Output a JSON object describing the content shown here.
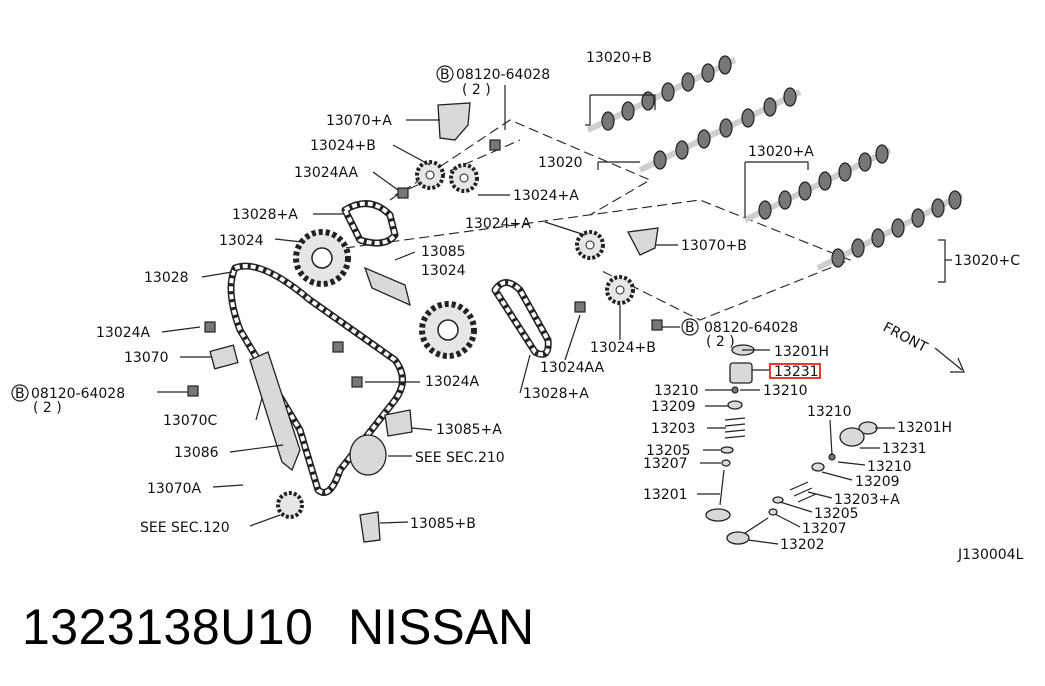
{
  "diagram": {
    "code": "J130004L",
    "front_label": "FRONT",
    "bolt_spec": "08120-64028",
    "bolt_qty": "( 2 )",
    "bolt_marker": "B",
    "highlight_color": "#e53935",
    "labels": {
      "l13020B": "13020+B",
      "l13070A_top": "13070+A",
      "l13024B_top": "13024+B",
      "l13024AA_top": "13024AA",
      "l13020": "13020",
      "l13024A_top": "13024+A",
      "l13020A": "13020+A",
      "l13028A_top": "13028+A",
      "l13024": "13024",
      "l13085": "13085",
      "l13024_mid": "13024",
      "l13024A_mid": "13024+A",
      "l13070B": "13070+B",
      "l13020C": "13020+C",
      "l13028": "13028",
      "l13024A_left": "13024A",
      "l13070": "13070",
      "l13024B_mid": "13024+B",
      "l13024AA_mid": "13024AA",
      "l13201H": "13201H",
      "l13231": "13231",
      "l13210_a": "13210",
      "l13210_b": "13210",
      "l13070C": "13070C",
      "l13024A_low": "13024A",
      "l13028A_low": "13028+A",
      "l13209": "13209",
      "l13210_r": "13210",
      "l13203": "13203",
      "l13201H_r": "13201H",
      "l13205": "13205",
      "l13231_r": "13231",
      "l13207": "13207",
      "l13210_r2": "13210",
      "l13086": "13086",
      "l13085A": "13085+A",
      "l13209_r": "13209",
      "l13070A_low": "13070A",
      "see210": "SEE SEC.210",
      "l13201": "13201",
      "l13203A": "13203+A",
      "l13205_r": "13205",
      "see120": "SEE SEC.120",
      "l13085B": "13085+B",
      "l13207_r": "13207",
      "l13202": "13202"
    }
  },
  "footer": {
    "part_number": "1323138U10",
    "brand": "NISSAN"
  }
}
